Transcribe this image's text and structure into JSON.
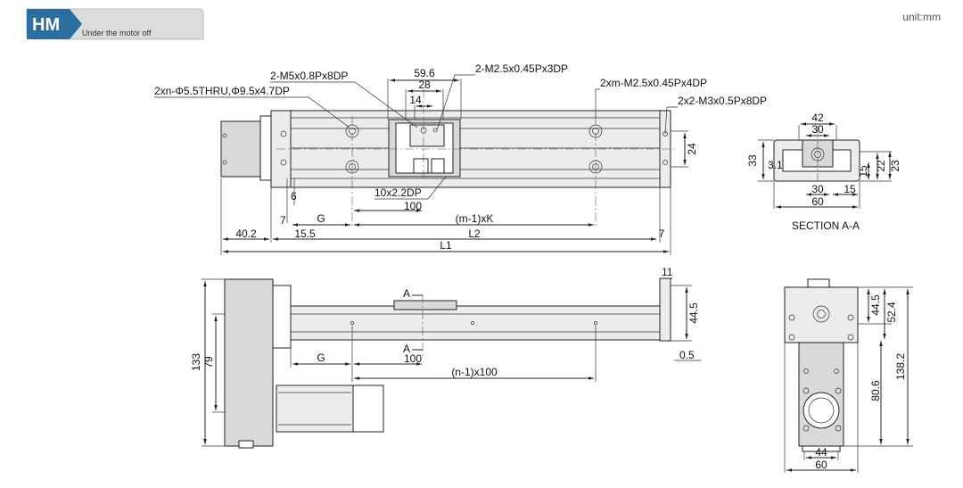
{
  "badge": {
    "code": "HM",
    "subtitle": "Under the motor off",
    "accent": "#2c6ea0"
  },
  "unit": "unit:mm",
  "top_view": {
    "callouts": {
      "thru_hole": "2xn-Φ5.5THRU,Φ9.5x4.7DP",
      "m5_tap": "2-M5x0.8Px8DP",
      "m25_tap_3dp": "2-M2.5x0.45Px3DP",
      "m25_tap_4dp": "2xm-M2.5x0.45Px4DP",
      "m3_tap": "2x2-M3x0.5Px8DP",
      "slot": "10x2.2DP"
    },
    "dims": {
      "w59_6": "59.6",
      "w28": "28",
      "w14": "14",
      "h24": "24",
      "d6": "6",
      "d7_left": "7",
      "g": "G",
      "d100": "100",
      "mk": "(m-1)xK",
      "d40_2": "40.2",
      "d15_5": "15.5",
      "l2": "L2",
      "d7_right": "7",
      "l1": "L1"
    }
  },
  "section_view": {
    "title": "SECTION A-A",
    "dims": {
      "w42": "42",
      "w30_top": "30",
      "h33": "33",
      "d3_1": "3.1",
      "d15_v": "15",
      "d22": "22",
      "d23": "23",
      "w30_bot": "30",
      "d15_h": "15",
      "w60": "60"
    }
  },
  "side_view": {
    "section_mark_top": "A",
    "section_mark_bottom": "A",
    "dims": {
      "d11": "11",
      "h44_5": "44.5",
      "d0_5": "0.5",
      "h133": "133",
      "h79": "79",
      "g": "G",
      "d100": "100",
      "n100": "(n-1)x100"
    }
  },
  "end_view": {
    "dims": {
      "h44_5": "44.5",
      "h52_4": "52.4",
      "h80_6": "80.6",
      "h138_2": "138.2",
      "w44": "44",
      "w60": "60"
    }
  }
}
